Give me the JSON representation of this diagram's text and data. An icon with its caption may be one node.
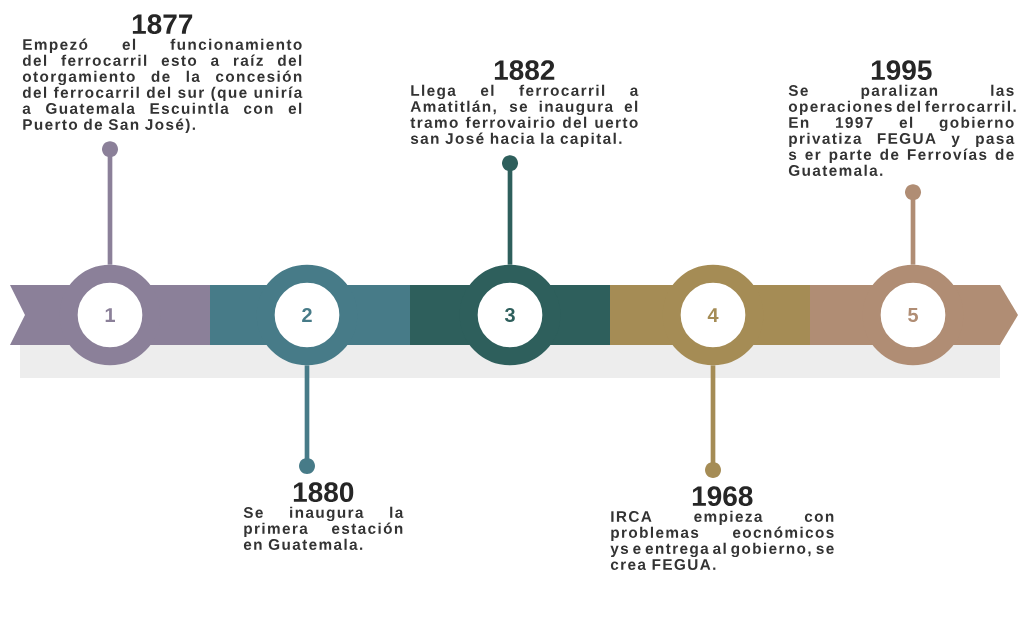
{
  "diagram": {
    "nodes": [
      {
        "text": [
          "1877",
          "Empezó el funcionamiento del ferrocarril esto a raíz del otorgamiento de la concesión del ferrocarril del sur (que uniría a Guatemala Escuintla con el Puerto de San José)."
        ]
      },
      {
        "text": [
          "1882",
          "Llega el ferrocarril a Amatitlán, se inaugura el tramo ferrovairio del uerto san José hacia la capital."
        ]
      },
      {
        "text": [
          "1995",
          "Se paralizan las operaciones del ferrocarril. En 1997 el gobierno privatiza FEGUA y pasa s er parte de Ferrovías de Guatemala."
        ]
      },
      {
        "text": [
          "1"
        ]
      },
      {
        "text": [
          "2"
        ]
      },
      {
        "text": [
          "3"
        ]
      },
      {
        "text": [
          "4"
        ]
      },
      {
        "text": [
          "5"
        ]
      },
      {
        "text": [
          "1880",
          "Se inaugura la primera estación en Guatemala."
        ]
      },
      {
        "text": [
          "1968",
          "IRCA empieza con problemas eocnómicos ys e entrega al gobierno, se crea FEGUA."
        ]
      }
    ],
    "edges": [
      {
        "from": 3,
        "to": 0,
        "arrow": "other",
        "color": "#8b8099"
      },
      {
        "from": 4,
        "to": 8,
        "arrow": "other",
        "color": "#477b88"
      },
      {
        "from": 5,
        "to": 1,
        "arrow": "other",
        "color": "#2e5f5c"
      },
      {
        "from": 6,
        "to": 9,
        "arrow": "other",
        "color": "#a58c55"
      },
      {
        "from": 7,
        "to": 2,
        "arrow": "other",
        "color": "#b08d74"
      }
    ]
  }
}
